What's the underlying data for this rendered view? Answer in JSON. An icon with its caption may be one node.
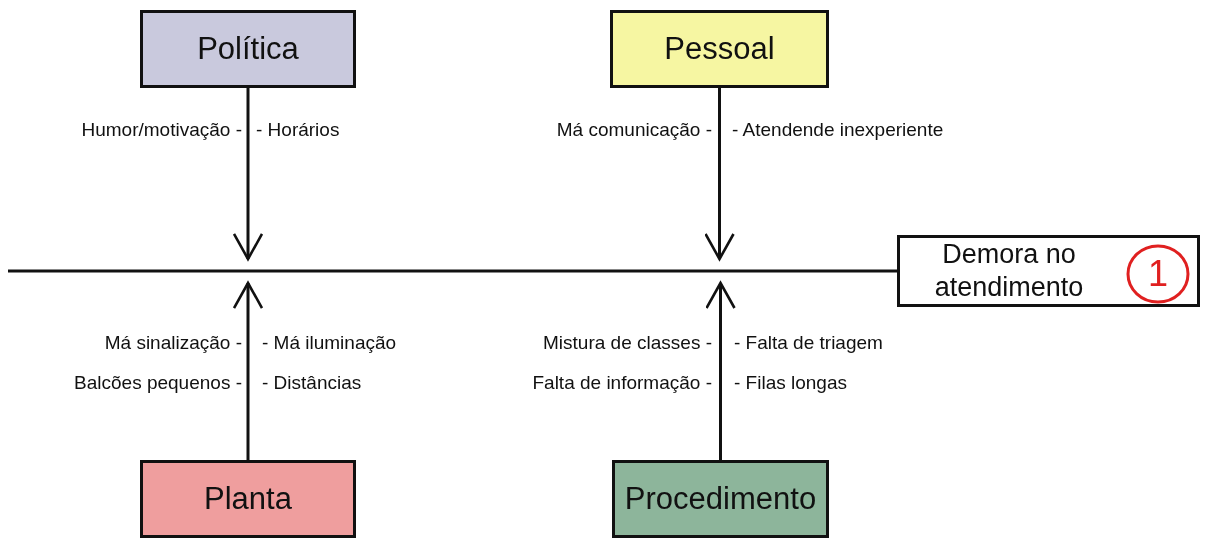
{
  "diagram": {
    "nodes": [
      {
        "text": [
          "Política"
        ]
      },
      {
        "text": [
          "Pessoal"
        ]
      },
      {
        "text": [
          "Demora no atendimento"
        ]
      },
      {
        "text": [
          "1"
        ],
        "in": 2
      },
      {
        "text": [
          "Planta"
        ]
      },
      {
        "text": [
          "Procedimento"
        ]
      }
    ],
    "edges": [
      {
        "from": null,
        "to": 2,
        "arrow": "none"
      },
      {
        "from": 0,
        "to": null,
        "arrow": "to"
      },
      {
        "from": 1,
        "to": null,
        "arrow": "to"
      },
      {
        "from": 4,
        "to": null,
        "arrow": "to"
      },
      {
        "from": 5,
        "to": null,
        "arrow": "to"
      }
    ],
    "labels": [
      "Humor/motivação -",
      "- Horários",
      "Má comunicação -",
      "- Atendende inexperiente",
      "Má sinalização -",
      "- Má iluminação",
      "Mistura de classes -",
      "- Falta de triagem",
      "Balcões pequenos -",
      "- Distâncias",
      "Falta de informação -",
      "- Filas longas"
    ]
  }
}
